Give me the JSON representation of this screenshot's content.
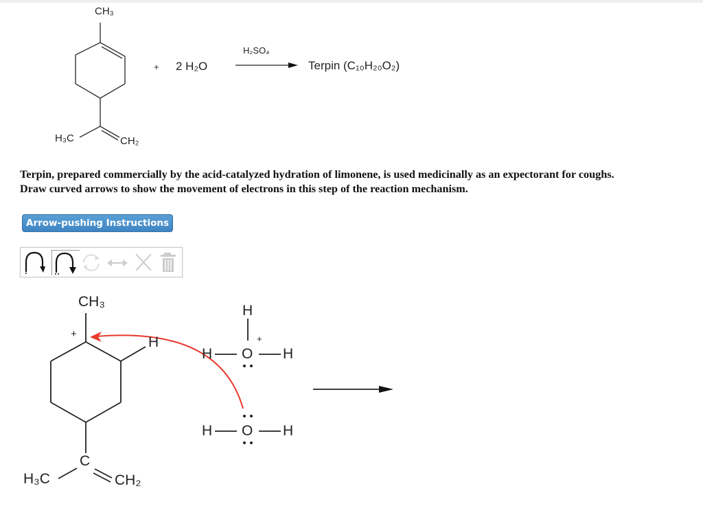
{
  "reaction": {
    "reactant_top_group": "CH₃",
    "reactant_bottom_left": "H₃C",
    "reactant_bottom_right": "CH₂",
    "plus": "+",
    "water": "2 H₂O",
    "catalyst": "H₂SO₄",
    "product": "Terpin (C₁₀H₂₀O₂)"
  },
  "question": {
    "line1": "Terpin, prepared commercially by the acid-catalyzed hydration of limonene, is used medicinally as an expectorant for coughs.",
    "line2": "Draw curved arrows to show the movement of electrons in this step of the reaction mechanism."
  },
  "instructions_button": {
    "label": "Arrow-pushing Instructions",
    "color": "#4a90cc"
  },
  "toolbar": {
    "tools": [
      {
        "name": "single-electron-arrow-tool",
        "state": "enabled"
      },
      {
        "name": "electron-pair-arrow-tool",
        "state": "selected"
      },
      {
        "name": "rotate-tool",
        "state": "disabled"
      },
      {
        "name": "resonance-arrow-tool",
        "state": "disabled"
      },
      {
        "name": "delete-tool",
        "state": "disabled"
      },
      {
        "name": "trash-tool",
        "state": "disabled"
      }
    ]
  },
  "mechanism": {
    "carbocation_methyl": "CH₃",
    "carbocation_charge": "+",
    "ring_h": "H",
    "side_c": "C",
    "side_left": "H₃C",
    "side_right": "CH₂",
    "hydronium": {
      "top_h": "H",
      "left_h": "H",
      "o": "O",
      "right_h": "H",
      "charge": "+"
    },
    "water": {
      "left_h": "H",
      "o": "O",
      "right_h": "H"
    },
    "curved_arrow_color": "#e8382b"
  }
}
